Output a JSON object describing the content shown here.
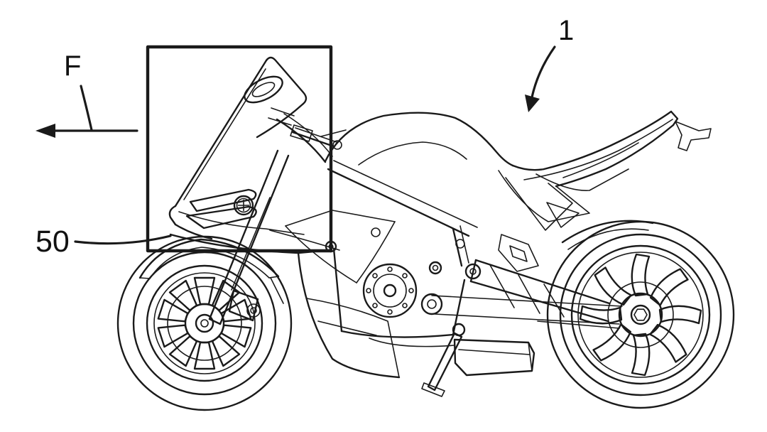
{
  "figure": {
    "background_color": "#ffffff",
    "line_color": "#1a1a1a",
    "labels": {
      "force_label": "F",
      "detail_ref": "50",
      "overall_ref": "1"
    }
  }
}
